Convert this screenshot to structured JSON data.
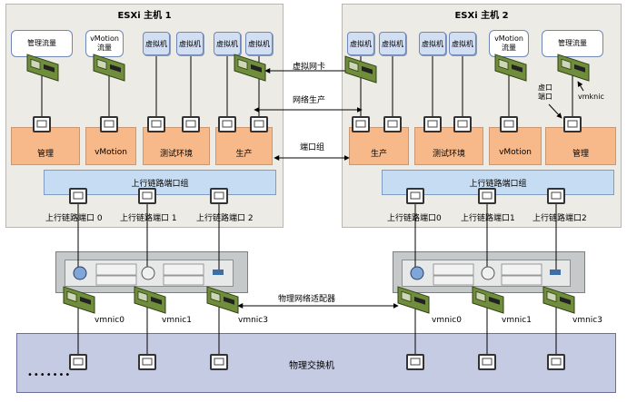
{
  "hosts": [
    {
      "title": "ESXi 主机 1",
      "vms": [
        "管理流量",
        "vMotion\n流量",
        "虚拟机",
        "虚拟机",
        "虚拟机",
        "虚拟机"
      ],
      "portgroups": [
        "管理",
        "vMotion",
        "测试环境",
        "生产"
      ],
      "uplink_group": "上行链路端口组",
      "uplinks": [
        "上行链路端口 0",
        "上行链路端口 1",
        "上行链路端口 2"
      ],
      "vmnics": [
        "vmnic0",
        "vmnic1",
        "vmnic3"
      ]
    },
    {
      "title": "ESXi 主机 2",
      "vms": [
        "虚拟机",
        "虚拟机",
        "虚拟机",
        "虚拟机",
        "vMotion\n流量",
        "管理流量"
      ],
      "portgroups": [
        "生产",
        "测试环境",
        "vMotion",
        "管理"
      ],
      "uplink_group": "上行链路端口组",
      "uplinks": [
        "上行链路端口0",
        "上行链路端口1",
        "上行链路端口2"
      ],
      "vmnics": [
        "vmnic0",
        "vmnic1",
        "vmnic3"
      ]
    }
  ],
  "connectors": {
    "virtual_nic": "虚拟网卡",
    "network_production": "网络生产",
    "port_group": "端口组",
    "physical_adapter": "物理网络适配器"
  },
  "callouts": {
    "virtual_port": "虚口\n端口",
    "vmknic": "vmknic"
  },
  "switch": {
    "label": "物理交换机",
    "dots": "•••••••"
  },
  "chart_data": {
    "type": "diagram",
    "nodes": [
      "ESXi 主机 1",
      "ESXi 主机 2",
      "物理交换机"
    ],
    "links": [
      "虚拟网卡",
      "网络生产",
      "端口组",
      "物理网络适配器"
    ]
  }
}
